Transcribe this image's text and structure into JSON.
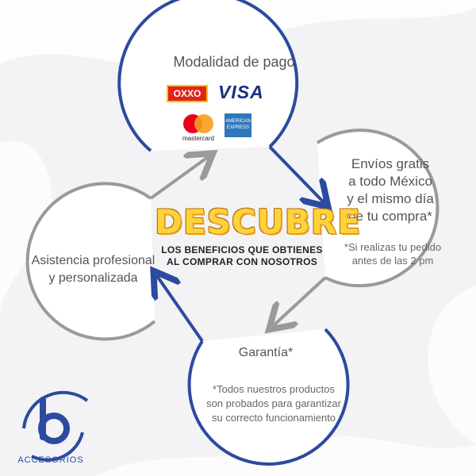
{
  "headline": "DESCUBRE",
  "subheadline_line1": "LOS BENEFICIOS QUE OBTIENES",
  "subheadline_line2": "AL COMPRAR CON NOSOTROS",
  "payment": {
    "title": "Modalidad de pago",
    "methods": [
      "OXXO",
      "VISA",
      "mastercard",
      "AMERICAN EXPRESS"
    ]
  },
  "shipping": {
    "title_lines": [
      "Envíos gratis",
      "a todo México",
      "y el mismo día",
      "de tu compra*"
    ],
    "note_lines": [
      "*Si realizas tu pedido",
      "antes de las 2 pm"
    ]
  },
  "support": {
    "title_lines": [
      "Asistencia profesional",
      "y personalizada"
    ]
  },
  "warranty": {
    "title": "Garantía*",
    "note_lines": [
      "*Todos nuestros productos",
      "son probados para garantizar",
      "su correcto funcionamiento"
    ]
  },
  "brand": {
    "name": "ACCESORIOS",
    "letter": "b"
  },
  "colors": {
    "blue": "#2c4aa0",
    "gray": "#9a9a9a",
    "headline_yellow": "#ffd23a"
  }
}
